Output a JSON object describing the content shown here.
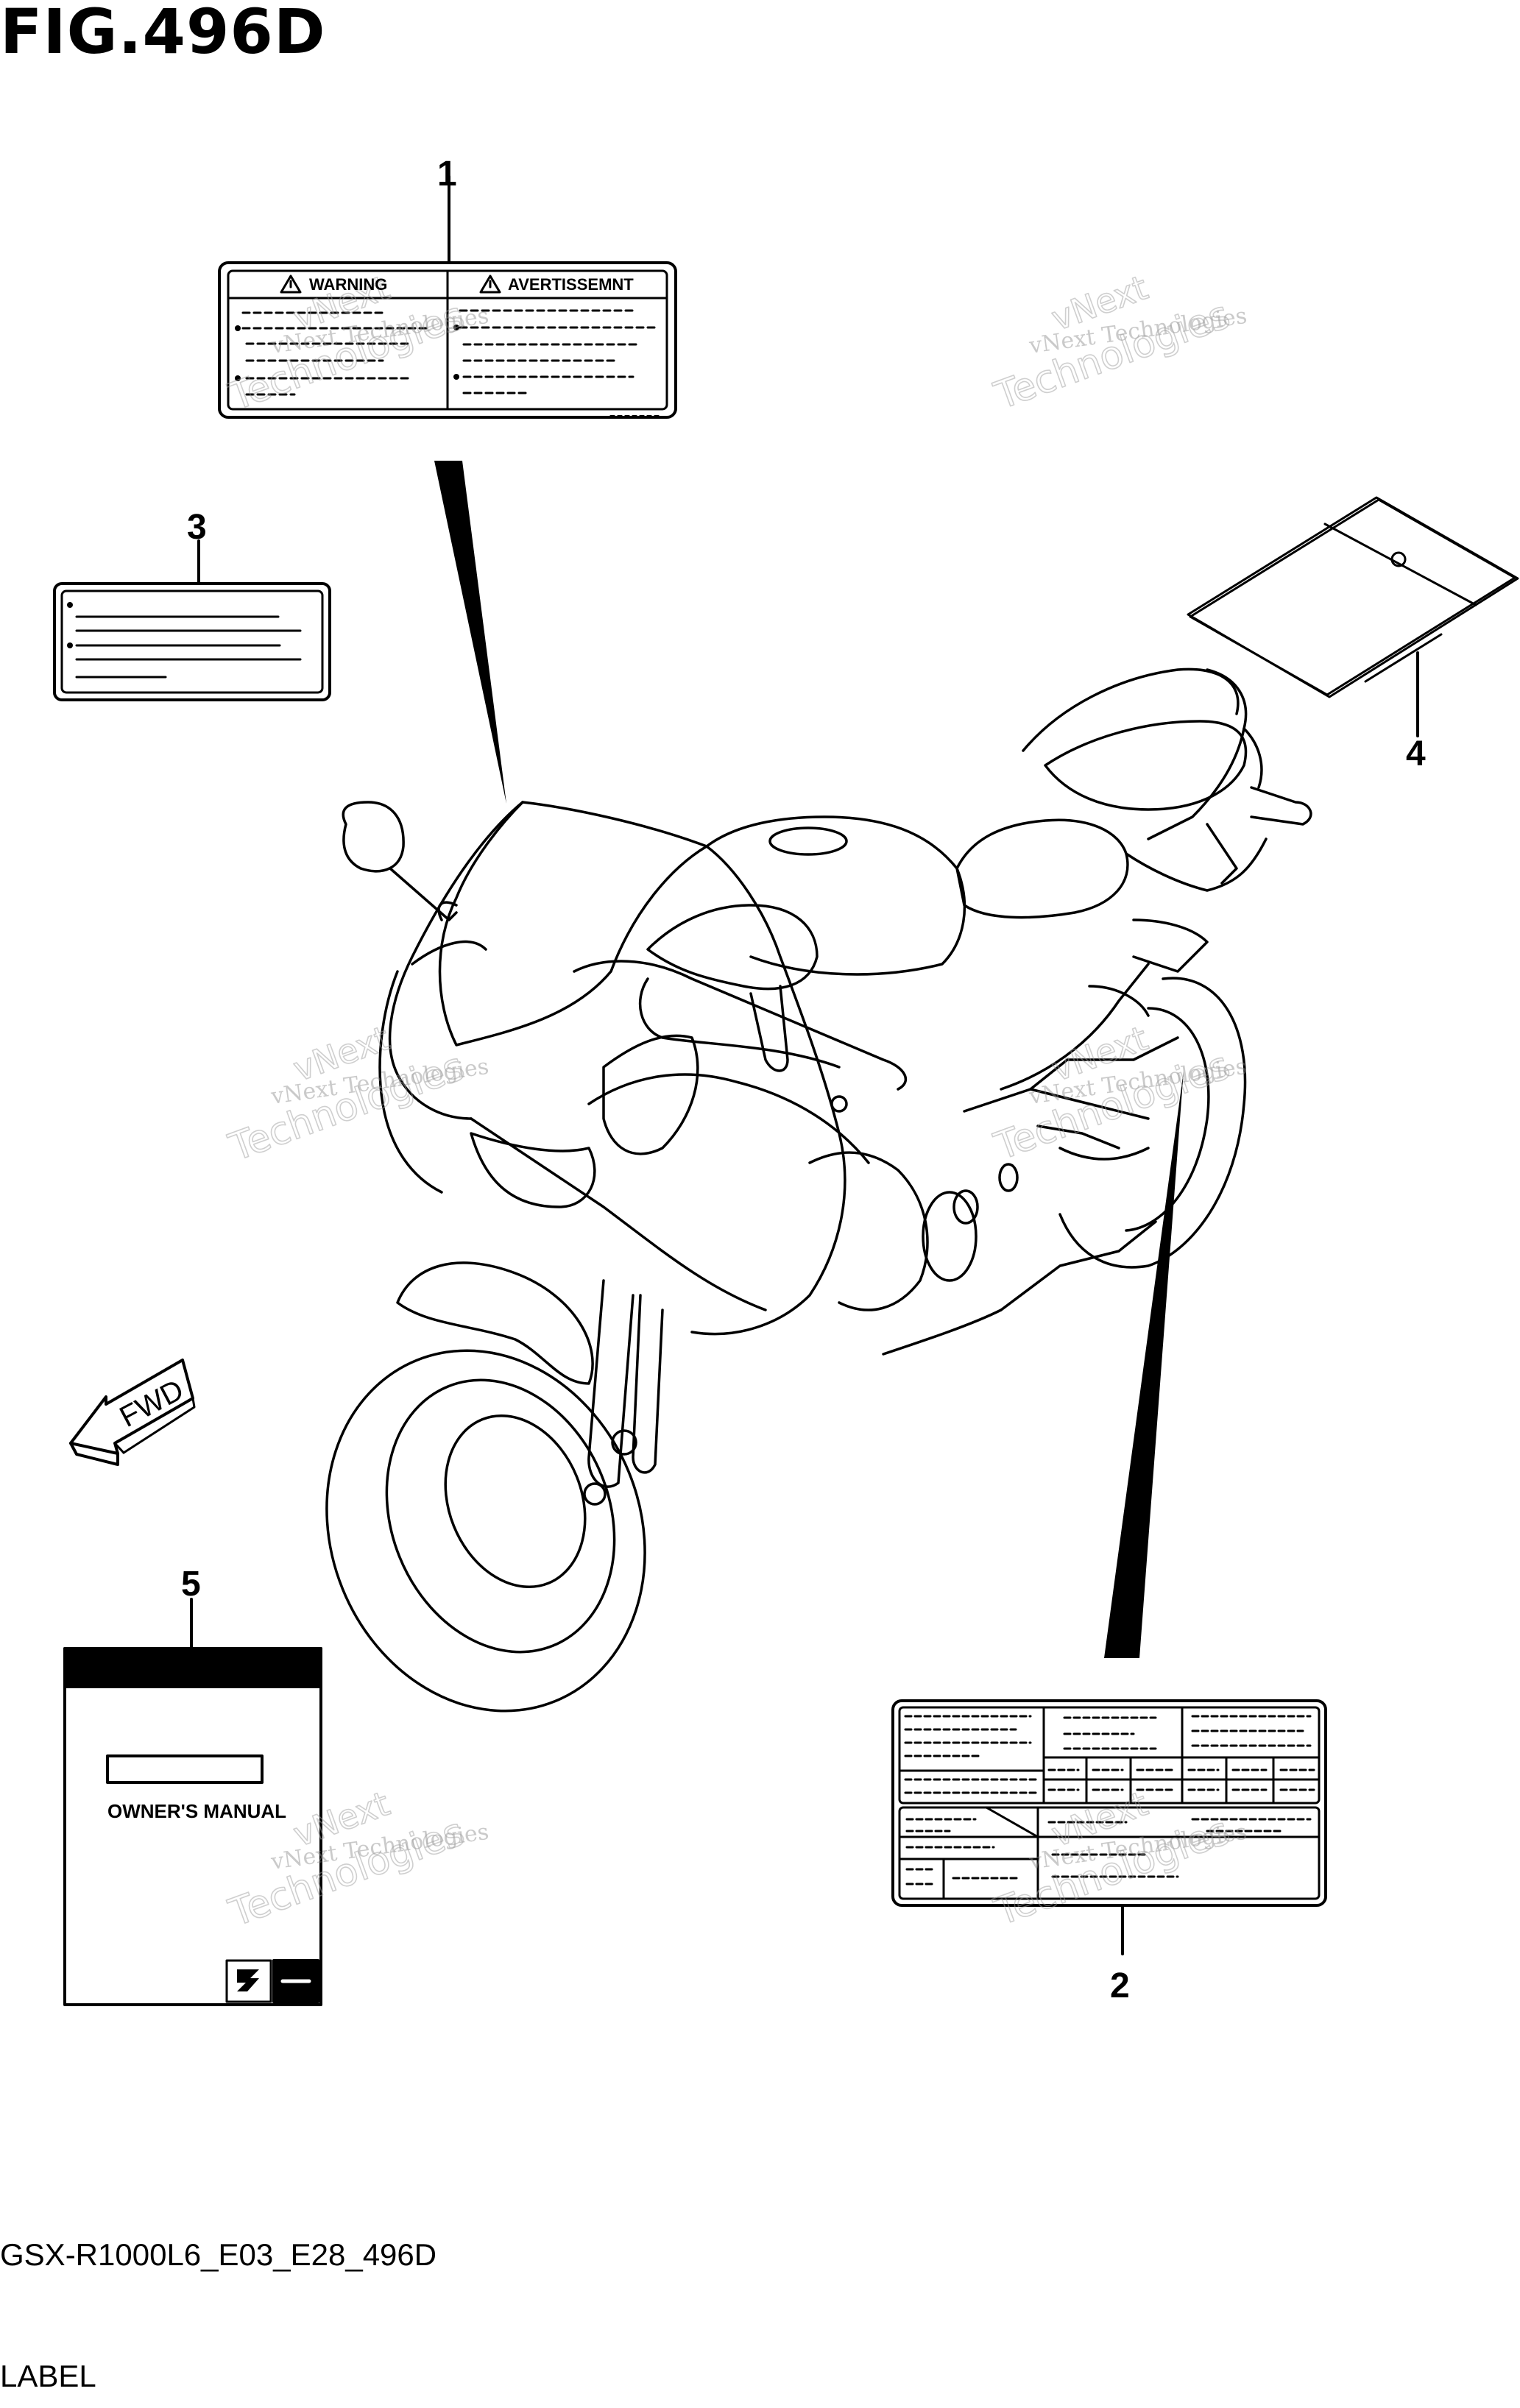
{
  "figure": {
    "title": "FIG.496D",
    "code": "GSX-R1000L6_E03_E28_496D",
    "caption": "LABEL"
  },
  "callouts": [
    "1",
    "2",
    "3",
    "4",
    "5"
  ],
  "label_1": {
    "left_heading": "WARNING",
    "right_heading": "AVERTISSEMNT"
  },
  "label_5": {
    "title": "OWNER'S MANUAL"
  },
  "direction_arrow": {
    "text": "FWD"
  },
  "watermark": {
    "line1": "vNext Technologies",
    "line2": "vNext",
    "line3": "Technologies"
  },
  "icons": [
    "warning-triangle-icon",
    "suzuki-s-logo-icon",
    "fwd-arrow-icon"
  ]
}
